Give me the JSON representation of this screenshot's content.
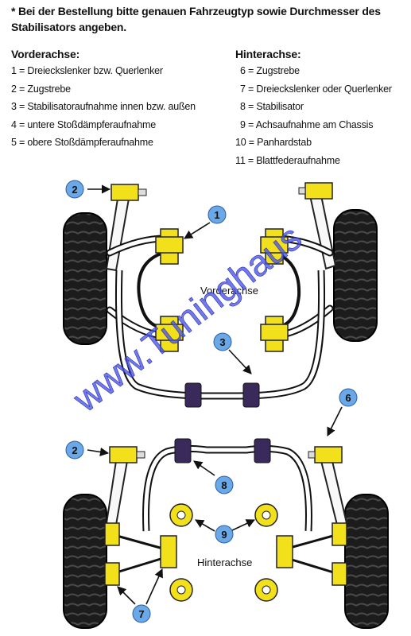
{
  "note": "* Bei der Bestellung bitte genauen Fahrzeugtyp sowie Durchmesser des Stabilisators angeben.",
  "legend": {
    "front": {
      "title": "Vorderachse:",
      "items": [
        "1 = Dreieckslenker bzw. Querlenker",
        "2 = Zugstrebe",
        "3 = Stabilisatoraufnahme innen bzw. außen",
        "4 = untere Stoßdämpferaufnahme",
        "5 = obere Stoßdämpferaufnahme"
      ]
    },
    "rear": {
      "title": "Hinterachse:",
      "items": [
        "6 = Zugstrebe",
        "7 = Dreieckslenker oder Querlenker",
        "8 = Stabilisator",
        "9 = Achsaufnahme am Chassis",
        "10 = Panhardstab",
        "11 = Blattfederaufnahme"
      ]
    }
  },
  "diagram": {
    "front_label": "Vorderachse",
    "rear_label": "Hinterachse",
    "callouts": [
      "1",
      "2",
      "3",
      "6",
      "2",
      "8",
      "9",
      "7"
    ]
  },
  "watermark": "www.Tuninghaus",
  "colors": {
    "callout_fill": "#6aa8e8",
    "bushing_yellow": "#f2e01a",
    "bushing_purple": "#3a2a5c",
    "watermark": "#4a55e6"
  }
}
